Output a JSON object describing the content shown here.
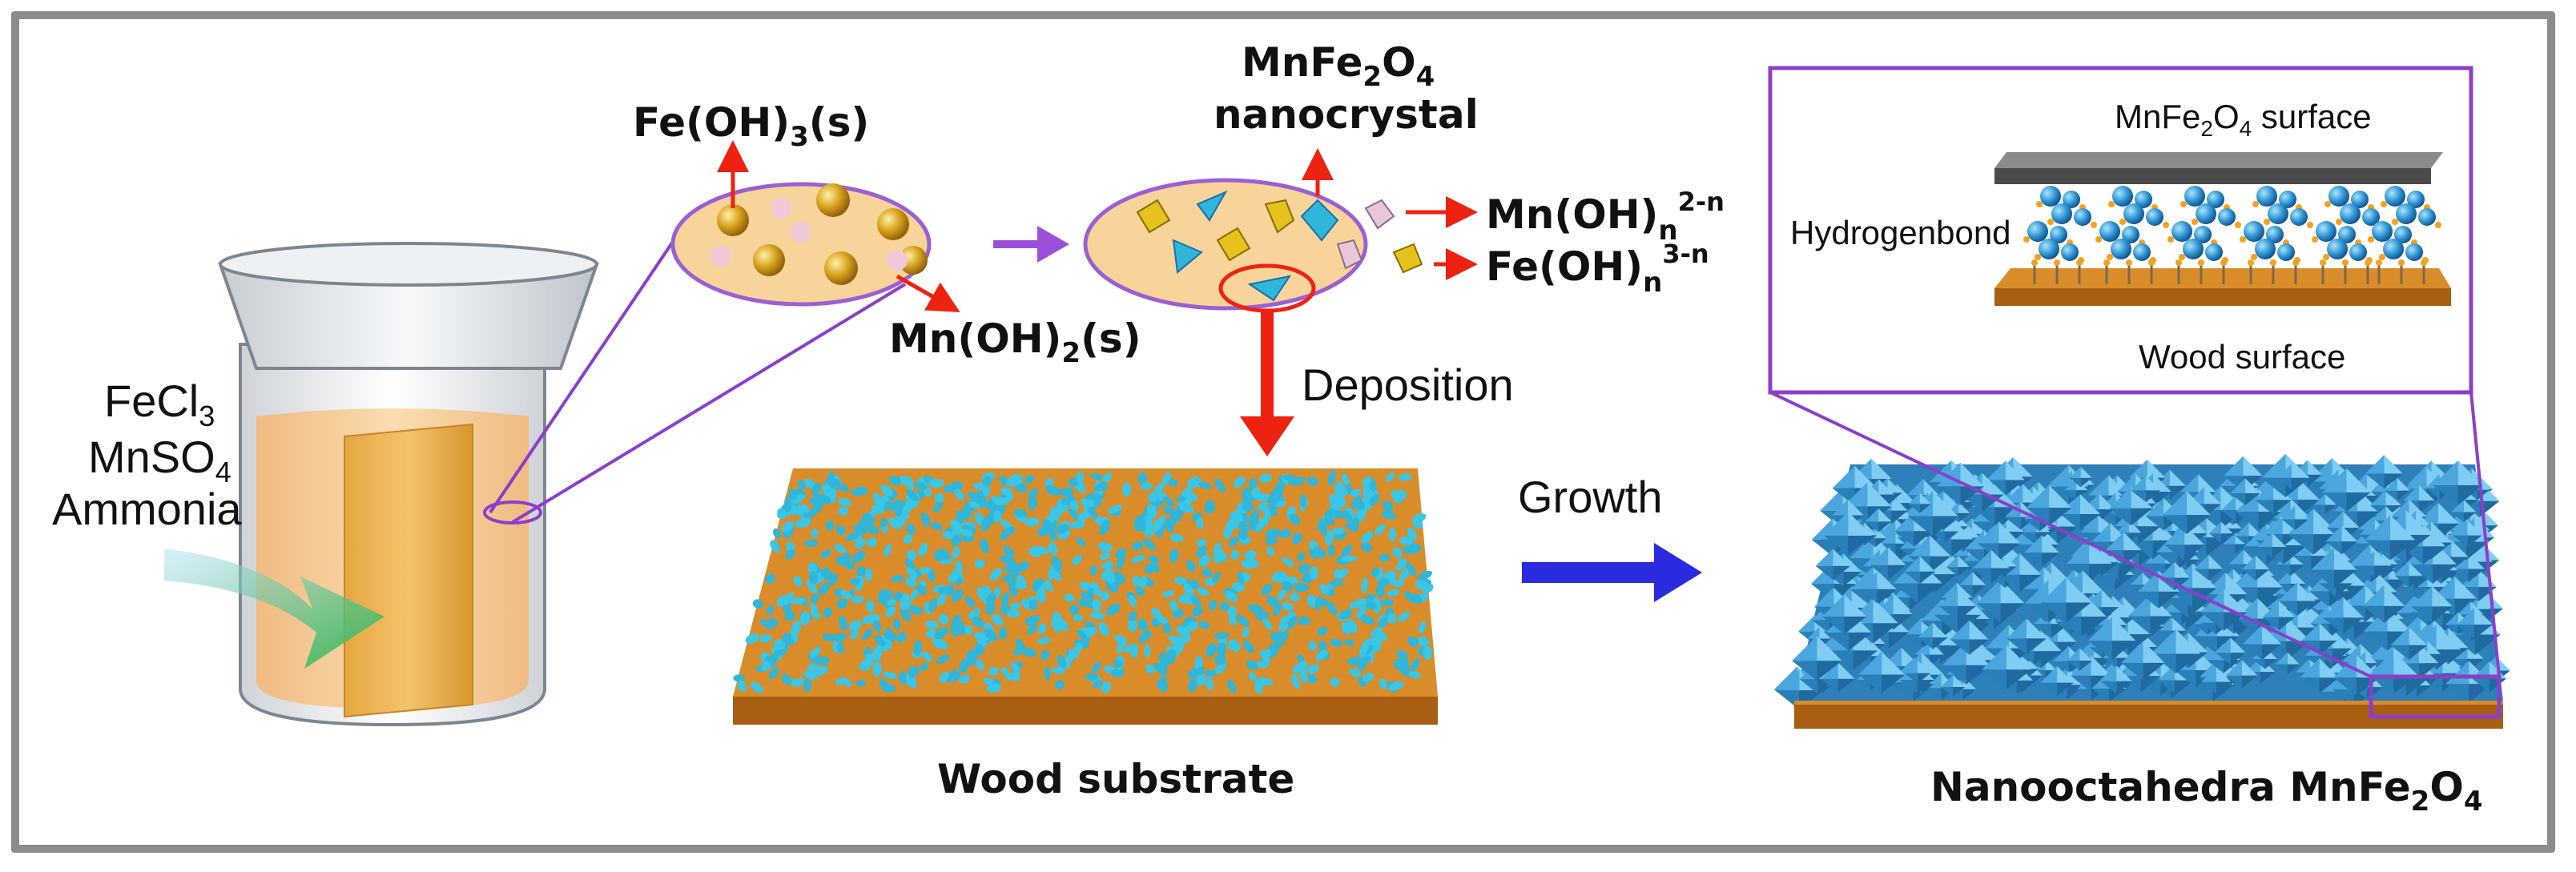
{
  "reagents": {
    "line1": "FeCl",
    "sub1": "3",
    "line2": "MnSO",
    "sub2": "4",
    "line3": "Ammonia"
  },
  "labels": {
    "fe_oh3": {
      "main": "Fe(OH)",
      "sub": "3",
      "tail": "(s)"
    },
    "mn_oh2": {
      "main": "Mn(OH)",
      "sub": "2",
      "tail": "(s)"
    },
    "mnfe2o4_nano": {
      "a": "MnFe",
      "s1": "2",
      "b": "O",
      "s2": "4",
      "line2": "nanocrystal"
    },
    "mn_ohn": {
      "main": "Mn(OH)",
      "sub": "n",
      "sup": "2-n"
    },
    "fe_ohn": {
      "main": "Fe(OH)",
      "sub": "n",
      "sup": "3-n"
    },
    "deposition": "Deposition",
    "growth": "Growth",
    "wood_substrate": "Wood substrate",
    "nanooctahedra": {
      "a": "Nanooctahedra MnFe",
      "s1": "2",
      "b": "O",
      "s2": "4"
    },
    "inset_surface": {
      "a": "MnFe",
      "s1": "2",
      "b": "O",
      "s2": "4",
      "c": " surface"
    },
    "inset_hbond": "Hydrogenbond",
    "inset_wood": "Wood surface"
  },
  "colors": {
    "frame": "#8c8c8c",
    "wood": "#d98c2a",
    "wood_dark": "#a85f12",
    "solution": "#f6c98b",
    "crystal": "#2fb6d9",
    "crystal_dark": "#2a7fb0",
    "gold": "#d9a520",
    "pink": "#f0c8d8",
    "purple": "#8b3fc9",
    "red": "#ee2211",
    "blue_arrow": "#2a2ae0",
    "green_arrow": "#2fb54a"
  }
}
